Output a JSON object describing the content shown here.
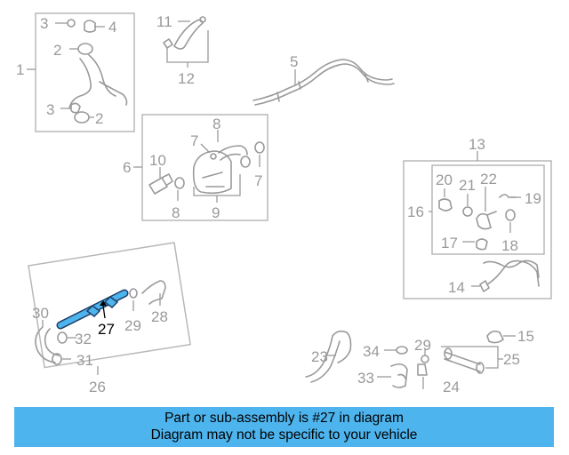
{
  "diagram": {
    "callouts": {
      "n1": "1",
      "n2a": "2",
      "n2b": "2",
      "n3a": "3",
      "n3b": "3",
      "n4": "4",
      "n5": "5",
      "n6": "6",
      "n7a": "7",
      "n7b": "7",
      "n8a": "8",
      "n8b": "8",
      "n9": "9",
      "n10": "10",
      "n11": "11",
      "n12": "12",
      "n13": "13",
      "n14": "14",
      "n15": "15",
      "n16": "16",
      "n17": "17",
      "n18": "18",
      "n19": "19",
      "n20": "20",
      "n21": "21",
      "n22": "22",
      "n23": "23",
      "n24": "24",
      "n25": "25",
      "n26": "26",
      "n27": "27",
      "n28": "28",
      "n29a": "29",
      "n29b": "29",
      "n30": "30",
      "n31": "31",
      "n32": "32",
      "n33": "33",
      "n34": "34"
    },
    "highlight_part": "27",
    "highlight_color": "#4eb4ee"
  },
  "banner": {
    "line1": "Part or sub-assembly is #27 in diagram",
    "line2": "Diagram may not be specific to your vehicle",
    "background": "#4eb4ee"
  }
}
